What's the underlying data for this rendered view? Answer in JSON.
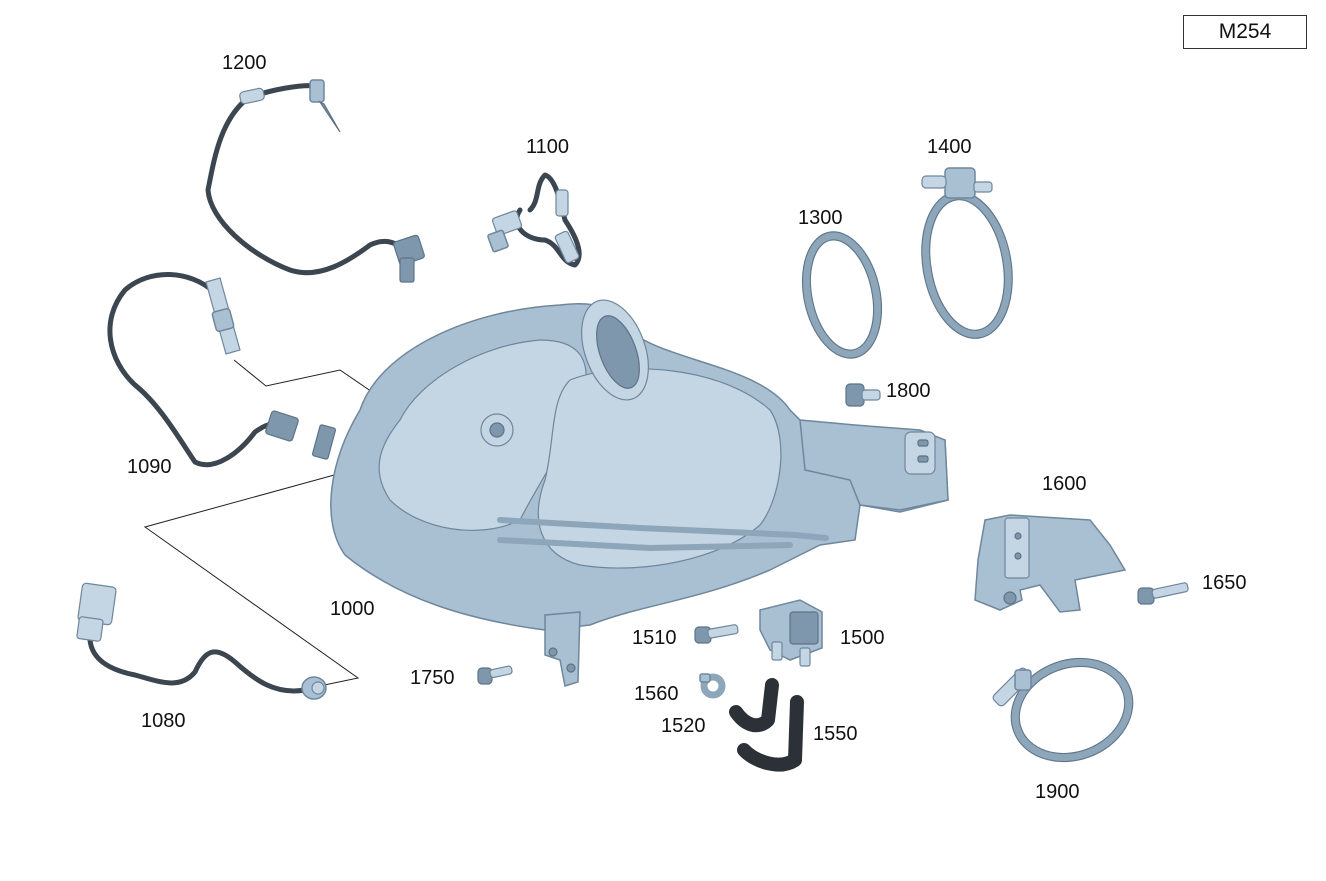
{
  "engine_code": "M254",
  "callouts": {
    "c1000": "1000",
    "c1080": "1080",
    "c1090": "1090",
    "c1100": "1100",
    "c1200": "1200",
    "c1300": "1300",
    "c1400": "1400",
    "c1500": "1500",
    "c1510": "1510",
    "c1520": "1520",
    "c1550": "1550",
    "c1560": "1560",
    "c1600": "1600",
    "c1650": "1650",
    "c1750": "1750",
    "c1800": "1800",
    "c1900": "1900"
  },
  "colors": {
    "part_fill": "#a9bfd2",
    "part_outline": "#6f879c",
    "cable": "#3c4650",
    "hose": "#2b3137",
    "background": "#ffffff"
  }
}
